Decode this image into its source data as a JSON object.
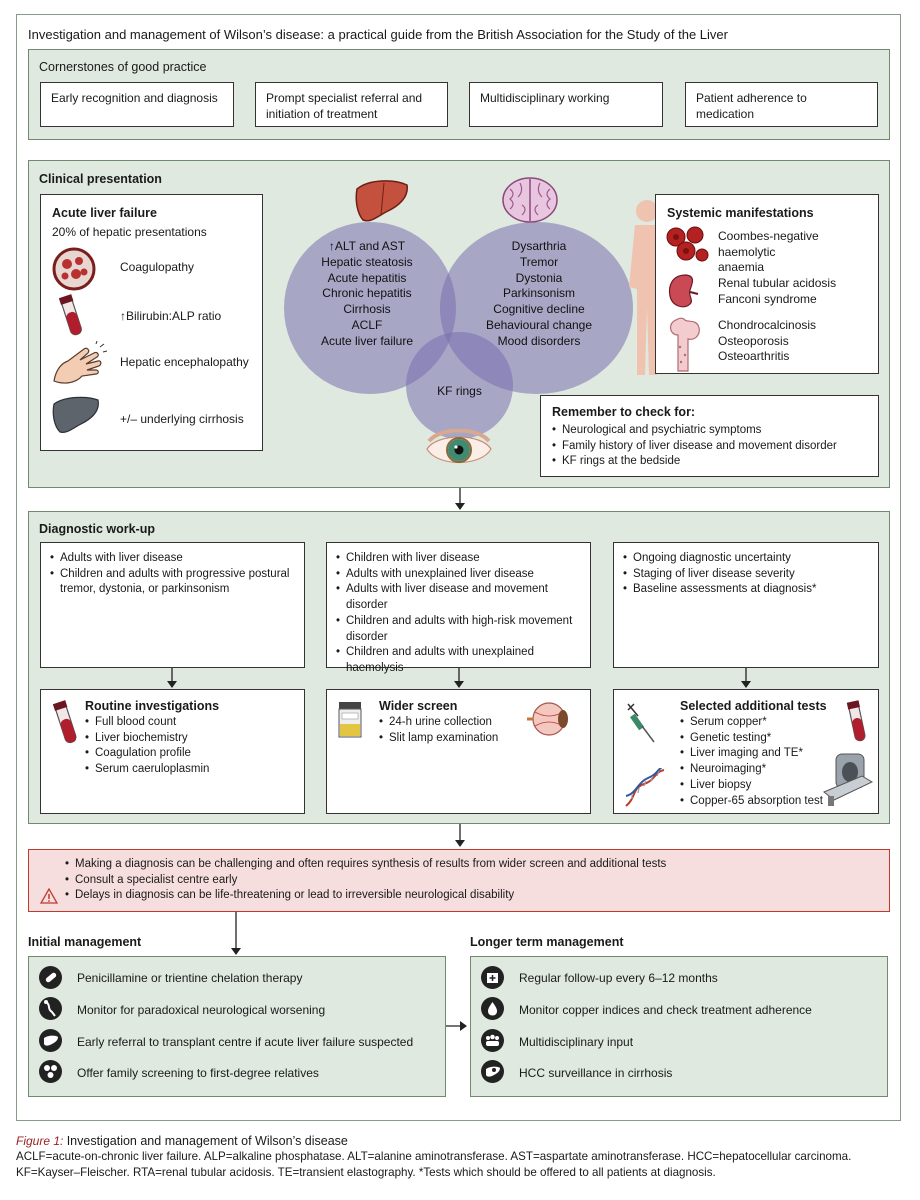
{
  "title": "Investigation and management of Wilson’s disease: a practical guide from the British Association for the Study of the Liver",
  "cornerstones": {
    "heading": "Cornerstones of good practice",
    "items": [
      "Early recognition and diagnosis",
      "Prompt specialist referral and initiation of treatment",
      "Multidisciplinary working",
      "Patient adherence to medication"
    ]
  },
  "clinical": {
    "heading": "Clinical presentation",
    "alf": {
      "heading": "Acute liver failure",
      "subtitle": "20% of hepatic presentations",
      "items": [
        "Coagulopathy",
        "↑Bilirubin:ALP ratio",
        "Hepatic encephalopathy",
        "+/– underlying cirrhosis"
      ]
    },
    "hepatic": [
      "↑ALT and AST",
      "Hepatic steatosis",
      "Acute hepatitis",
      "Chronic hepatitis",
      "Cirrhosis",
      "ACLF",
      "Acute liver failure"
    ],
    "neuro": [
      "Dysarthria",
      "Tremor",
      "Dystonia",
      "Parkinsonism",
      "Cognitive decline",
      "Behavioural change",
      "Mood disorders"
    ],
    "kf": "KF rings",
    "systemic": {
      "heading": "Systemic manifestations",
      "items": [
        [
          "Coombes-negative haemolytic",
          "anaemia"
        ],
        [
          "Renal tubular acidosis",
          "Fanconi syndrome"
        ],
        [
          "Chondrocalcinosis",
          "Osteoporosis",
          "Osteoarthritis"
        ]
      ]
    },
    "remember": {
      "heading": "Remember to check for:",
      "items": [
        "Neurological and psychiatric symptoms",
        "Family history of liver disease and movement disorder",
        "KF rings at the bedside"
      ]
    }
  },
  "diagnostic": {
    "heading": "Diagnostic work-up",
    "col1": [
      "Adults with liver disease",
      "Children and adults with progressive postural tremor, dystonia, or parkinsonism"
    ],
    "col2": [
      "Children with liver disease",
      "Adults with unexplained liver disease",
      "Adults with liver disease and movement disorder",
      "Children and adults with high-risk movement disorder",
      "Children and adults with unexplained haemolysis"
    ],
    "col3": [
      "Ongoing diagnostic uncertainty",
      "Staging of liver disease severity",
      "Baseline assessments at diagnosis*"
    ],
    "routine": {
      "heading": "Routine investigations",
      "items": [
        "Full blood count",
        "Liver biochemistry",
        "Coagulation profile",
        "Serum caeruloplasmin"
      ]
    },
    "wider": {
      "heading": "Wider screen",
      "items": [
        "24-h urine collection",
        "Slit lamp examination"
      ]
    },
    "selected": {
      "heading": "Selected additional tests",
      "items": [
        "Serum copper*",
        "Genetic testing*",
        "Liver imaging and TE*",
        "Neuroimaging*",
        "Liver biopsy",
        "Copper-65 absorption test"
      ]
    }
  },
  "warning": [
    "Making a diagnosis can be challenging and often requires synthesis of results from wider screen and additional tests",
    "Consult a specialist centre early",
    "Delays in diagnosis can be life-threatening or lead to irreversible neurological disability"
  ],
  "initial": {
    "heading": "Initial management",
    "items": [
      "Penicillamine or trientine chelation therapy",
      "Monitor for paradoxical neurological worsening",
      "Early referral to transplant centre if acute liver failure suspected",
      "Offer family screening to first-degree relatives"
    ]
  },
  "longer": {
    "heading": "Longer term management",
    "items": [
      "Regular follow-up every 6–12 months",
      "Monitor copper indices and check treatment adherence",
      "Multidisciplinary input",
      "HCC surveillance in cirrhosis"
    ]
  },
  "caption": {
    "label": "Figure 1:",
    "title": "Investigation and management of Wilson’s disease",
    "lines": [
      "ACLF=acute-on-chronic liver failure. ALP=alkaline phosphatase. ALT=alanine aminotransferase. AST=aspartate aminotransferase. HCC=hepatocellular carcinoma.",
      "KF=Kayser–Fleischer. RTA=renal tubular acidosis. TE=transient elastography. *Tests which should be offered to all patients at diagnosis."
    ]
  },
  "colors": {
    "panel": "#dfe9df",
    "venn": "#7870af",
    "warning_bg": "#f6dede",
    "warning_border": "#c0392b"
  }
}
